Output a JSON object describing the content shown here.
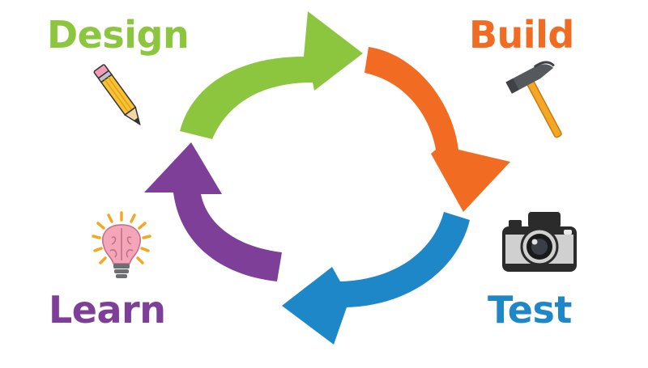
{
  "stages": {
    "design": {
      "label": "Design",
      "color": "#8cc63f",
      "icon": "pencil-icon"
    },
    "build": {
      "label": "Build",
      "color": "#f26b22",
      "icon": "hammer-icon"
    },
    "test": {
      "label": "Test",
      "color": "#1e87c8",
      "icon": "camera-icon"
    },
    "learn": {
      "label": "Learn",
      "color": "#7d3f98",
      "icon": "lightbulb-brain-icon"
    }
  }
}
